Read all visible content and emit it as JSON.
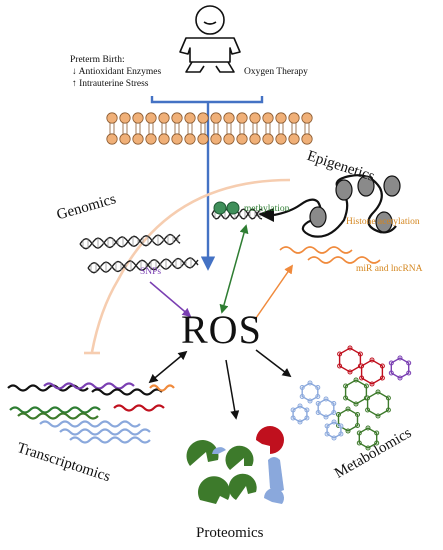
{
  "preterm": {
    "title": "Preterm Birth:",
    "arrow_down": "↓",
    "line1": "Antioxidant Enzymes",
    "arrow_up": "↑",
    "line2": "Intrauterine Stress"
  },
  "oxygen_therapy": "Oxygen Therapy",
  "epigenetics": "Epigenetics",
  "genomics": "Genomics",
  "methylation": "methylation",
  "histone_acetylation": "Histone acetylation",
  "mir_lncrna": "miR and lncRNA",
  "snps": "SNPs",
  "ros": "ROS",
  "transcriptomics": "Transcriptomics",
  "metabolomics": "Metabolomics",
  "proteomics": "Proteomics",
  "colors": {
    "blue_arrow": "#4472c4",
    "membrane_head": "#f0b078",
    "green": "#2e7d32",
    "orange": "#f08a3c",
    "purple": "#7a3fb2",
    "peach_arc": "#f6cdb0",
    "histone_gray": "#8a8a8a",
    "methyl_green": "#3f8f5a",
    "protein_green": "#3d7a2b",
    "protein_red": "#c0101e",
    "protein_blue": "#8aa8dc"
  }
}
